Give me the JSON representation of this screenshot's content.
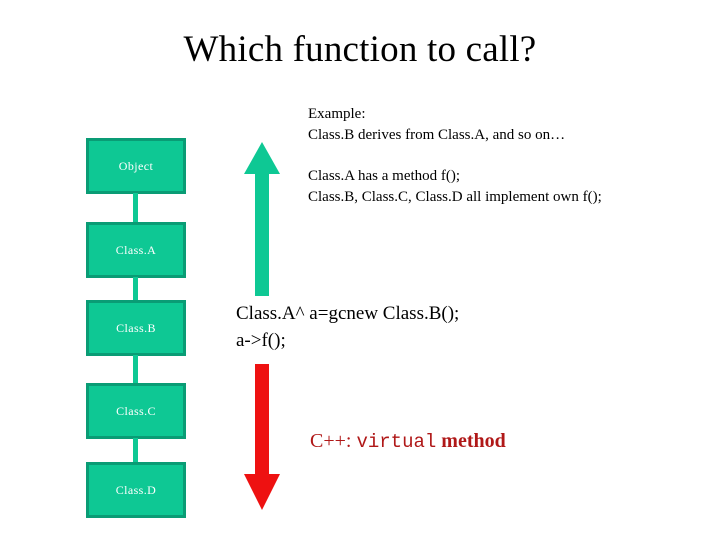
{
  "slide": {
    "title": "Which function to call?",
    "background_color": "#ffffff"
  },
  "hierarchy": {
    "box_fill_color": "#0ec894",
    "box_border_color": "#0a9c75",
    "box_text_color": "#ffffff",
    "boxes": [
      {
        "label": "Object"
      },
      {
        "label": "Class.A"
      },
      {
        "label": "Class.B"
      },
      {
        "label": "Class.C"
      },
      {
        "label": "Class.D"
      }
    ]
  },
  "arrows": {
    "up": {
      "direction": "up",
      "color": "#0ec894"
    },
    "down": {
      "direction": "down",
      "color": "#ee1111"
    }
  },
  "example": {
    "heading": "Example:",
    "line": "Class.B derives from Class.A, and so on…"
  },
  "methods": {
    "line1": "Class.A has  a method f();",
    "line2": "Class.B, Class.C, Class.D all implement own f();"
  },
  "code": {
    "line1": "Class.A^ a=gcnew Class.B();",
    "line2": "a->f();"
  },
  "cpp_note": {
    "prefix": "C++: ",
    "keyword": "virtual",
    "suffix": " method",
    "color": "#b01818"
  }
}
